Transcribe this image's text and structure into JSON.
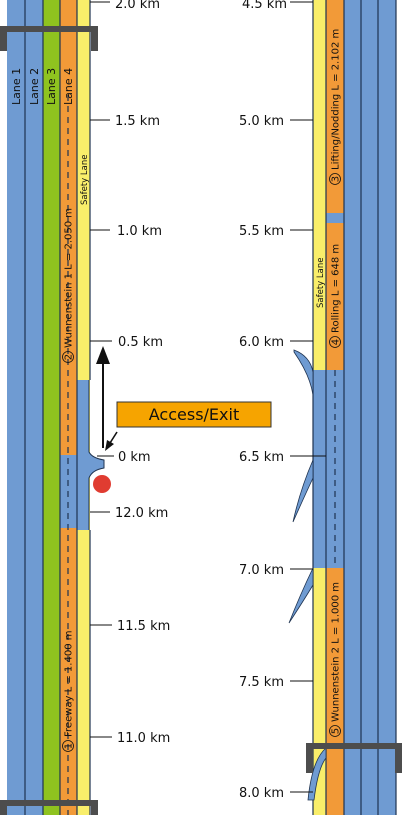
{
  "colors": {
    "blue": "#6f9bd2",
    "green": "#8fc31f",
    "orange": "#f29a38",
    "yellow": "#f9ee6a",
    "gray": "#4d4d4d",
    "red": "#e03c31",
    "line": "#1f3350"
  },
  "left_lanes": [
    "Lane 1",
    "Lane 2",
    "Lane 3",
    "Lane 4"
  ],
  "safety_lane_left": "Safety Lane",
  "safety_lane_right": "Safety Lane",
  "access": {
    "label": "Access/Exit"
  },
  "km_left": [
    "2.0 km",
    "1.5 km",
    "1.0 km",
    "0.5 km",
    "0 km",
    "12.0 km",
    "11.5 km",
    "11.0 km"
  ],
  "km_right": [
    "4.5 km",
    "5.0 km",
    "5.5 km",
    "6.0 km",
    "6.5 km",
    "7.0 km",
    "7.5 km",
    "8.0 km"
  ],
  "segments": [
    {
      "number": "1",
      "label": "Freeway L = 1.400 m"
    },
    {
      "number": "2",
      "label": "Wunnenstein 1  L = 2.050 m"
    },
    {
      "number": "3",
      "label": "Lifting/Nodding L = 2.102 m"
    },
    {
      "number": "4",
      "label": "Rolling L = 648 m"
    },
    {
      "number": "5",
      "label": "Wunnenstein 2 L = 1.000 m"
    }
  ]
}
